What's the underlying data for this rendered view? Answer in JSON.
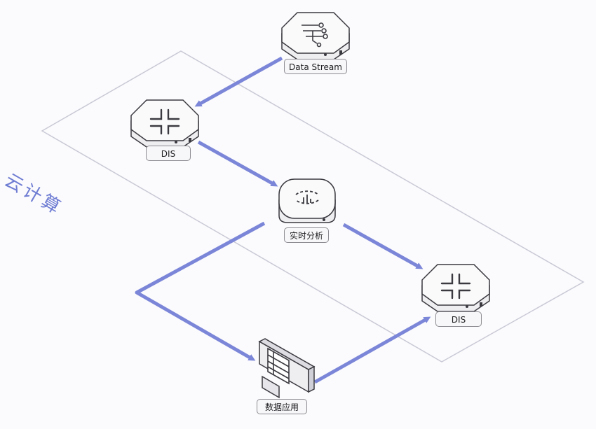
{
  "region": {
    "title": "云计算"
  },
  "nodes": {
    "data_stream": {
      "label": "Data Stream",
      "icon": "circuit-icon"
    },
    "dis_top": {
      "label": "DIS",
      "icon": "dis-cross-arrows-icon"
    },
    "realtime_analysis": {
      "label": "实时分析",
      "icon": "analytics-icon"
    },
    "dis_right": {
      "label": "DIS",
      "icon": "dis-cross-arrows-icon"
    },
    "data_app": {
      "label": "数据应用",
      "icon": "monitor-list-icon"
    }
  },
  "colors": {
    "arrow": "#7b86d8",
    "region_border": "#c9c9d6",
    "region_title": "#6f7dd3",
    "node_outline": "#3a3a40",
    "node_fill": "#ffffff",
    "label_border": "#8c8c92"
  }
}
